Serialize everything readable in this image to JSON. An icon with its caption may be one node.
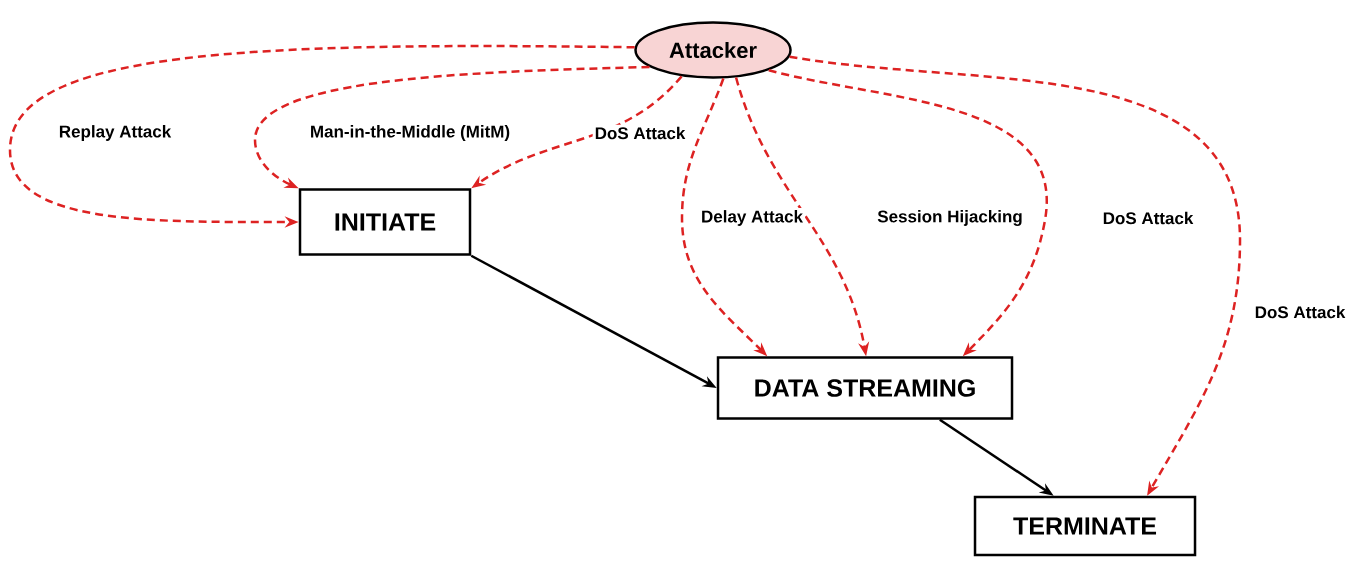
{
  "diagram": {
    "nodes": [
      {
        "text": [
          "Attacker"
        ]
      },
      {
        "text": [
          "INITIATE"
        ]
      },
      {
        "text": [
          "DATA STREAMING"
        ]
      },
      {
        "text": [
          "TERMINATE"
        ]
      }
    ],
    "edges": [
      {
        "from": 0,
        "to": 1,
        "arrow": "to",
        "label": "Replay Attack",
        "style": "dashed",
        "color": "#dd2222"
      },
      {
        "from": 0,
        "to": 1,
        "arrow": "to",
        "label": "Man-in-the-Middle (MitM)",
        "style": "dashed",
        "color": "#dd2222"
      },
      {
        "from": 0,
        "to": 1,
        "arrow": "to",
        "label": "DoS Attack",
        "style": "dashed",
        "color": "#dd2222"
      },
      {
        "from": 0,
        "to": 2,
        "arrow": "to",
        "label": "Delay Attack",
        "style": "dashed",
        "color": "#dd2222"
      },
      {
        "from": 0,
        "to": 2,
        "arrow": "to",
        "label": "Session Hijacking",
        "style": "dashed",
        "color": "#dd2222"
      },
      {
        "from": 0,
        "to": 2,
        "arrow": "to",
        "label": "DoS Attack",
        "style": "dashed",
        "color": "#dd2222"
      },
      {
        "from": 0,
        "to": 3,
        "arrow": "to",
        "label": "DoS Attack",
        "style": "dashed",
        "color": "#dd2222"
      },
      {
        "from": 1,
        "to": 2,
        "arrow": "to",
        "color": "#000000"
      },
      {
        "from": 2,
        "to": 3,
        "arrow": "to",
        "color": "#000000"
      }
    ]
  }
}
